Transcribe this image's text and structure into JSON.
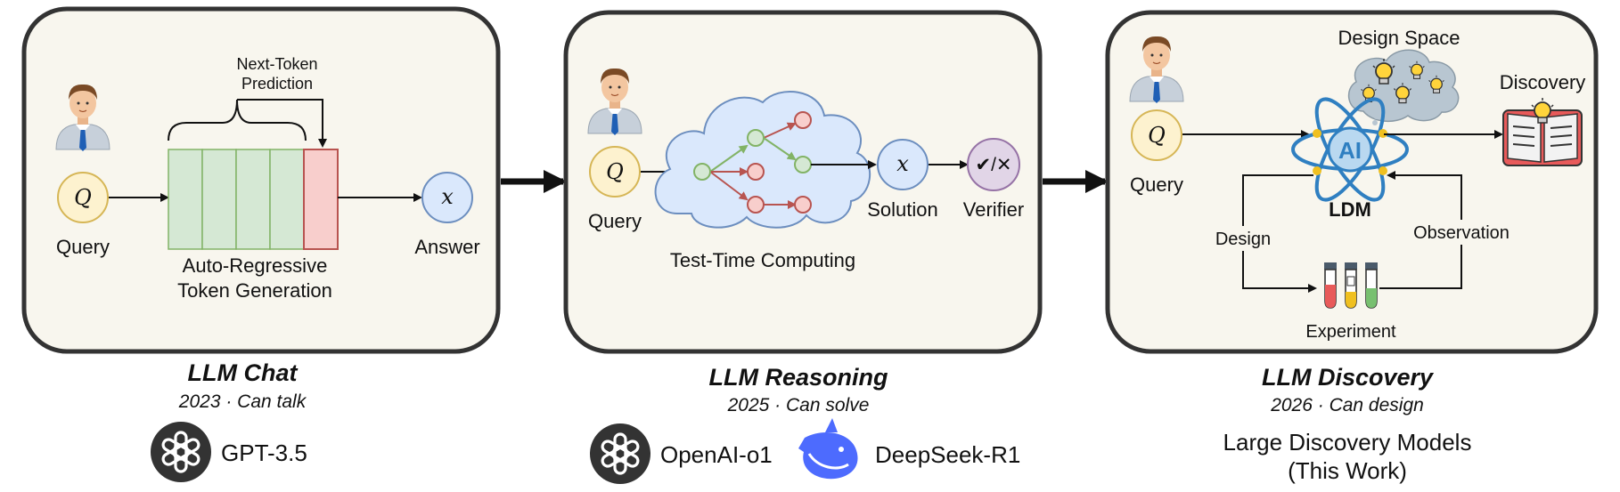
{
  "panel_chat": {
    "next_token_line1": "Next-Token",
    "next_token_line2": "Prediction",
    "query_symbol": "Q",
    "query_label": "Query",
    "generation_line1": "Auto-Regressive",
    "generation_line2": "Token Generation",
    "answer_symbol": "x",
    "answer_label": "Answer"
  },
  "panel_reasoning": {
    "query_symbol": "Q",
    "query_label": "Query",
    "ttc_label": "Test-Time Computing",
    "solution_symbol": "x",
    "solution_label": "Solution",
    "verifier_symbol": "✔/✕",
    "verifier_label": "Verifier"
  },
  "panel_discovery": {
    "design_space_label": "Design Space",
    "discovery_label": "Discovery",
    "query_symbol": "Q",
    "query_label": "Query",
    "ai_text": "AI",
    "ldm_label": "LDM",
    "design_label": "Design",
    "observation_label": "Observation",
    "experiment_label": "Experiment"
  },
  "captions": {
    "chat_title": "LLM Chat",
    "chat_sub": "2023 · Can talk",
    "chat_model": "GPT-3.5",
    "reasoning_title": "LLM Reasoning",
    "reasoning_sub": "2025 · Can solve",
    "reasoning_model1": "OpenAI-o1",
    "reasoning_model2": "DeepSeek-R1",
    "discovery_title": "LLM Discovery",
    "discovery_sub": "2026 · Can design",
    "discovery_model_line1": "Large Discovery Models",
    "discovery_model_line2": "(This Work)"
  },
  "colors": {
    "panel_fill": "#f8f6ee",
    "panel_stroke": "#333333",
    "query_fill": "#fdf2cf",
    "query_stroke": "#d6b656",
    "node_fill": "#dae8fc",
    "node_stroke": "#6c8ebf",
    "green_fill": "#d5e8d4",
    "green_stroke": "#82b366",
    "red_fill": "#f8cecc",
    "red_stroke": "#b85450",
    "verifier_fill": "#e1d5e7",
    "verifier_stroke": "#9673a6",
    "deepseek_blue": "#4d6bfe"
  },
  "icons": [
    "person-icon",
    "openai-logo-icon",
    "deepseek-whale-icon",
    "lightbulb-icon",
    "atom-ai-icon",
    "book-icon",
    "test-tubes-icon"
  ]
}
